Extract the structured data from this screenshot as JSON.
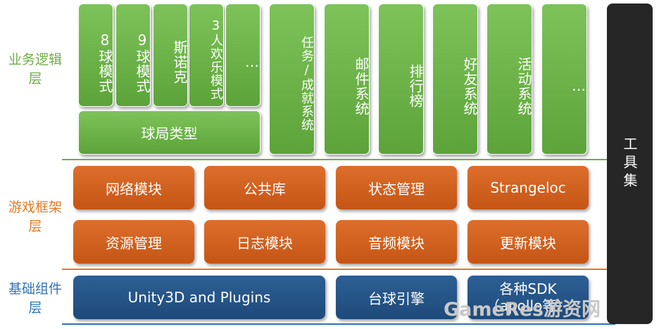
{
  "layers": {
    "business": "业务逻辑层",
    "framework": "游戏框架层",
    "base": "基础组件层"
  },
  "business_modes": [
    "8球模式",
    "9球模式",
    "斯诺克",
    "3人欢乐模式",
    "…"
  ],
  "match_type": "球局类型",
  "business_systems": [
    "任务/成就系统",
    "邮件系统",
    "排行榜",
    "好友系统",
    "活动系统",
    "…"
  ],
  "framework_row1": [
    "网络模块",
    "公共库",
    "状态管理",
    "Strangeloc"
  ],
  "framework_row2": [
    "资源管理",
    "日志模块",
    "音频模块",
    "更新模块"
  ],
  "base_components": [
    "Unity3D and Plugins",
    "台球引擎",
    "各种SDK （apollo等）"
  ],
  "toolset": "工具集",
  "watermark": "GameRes游资网",
  "colors": {
    "green": "#70ad47",
    "orange": "#c55a11",
    "blue": "#1f4e79",
    "dark": "#262626"
  }
}
